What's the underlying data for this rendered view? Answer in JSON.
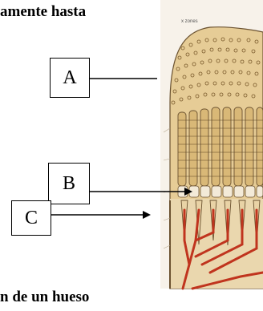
{
  "page": {
    "text_top": "amente hasta",
    "text_bottom": "n de un hueso"
  },
  "figure": {
    "caption_fragment": "x zones"
  },
  "labels": [
    {
      "id": "A",
      "text": "A"
    },
    {
      "id": "B",
      "text": "B"
    },
    {
      "id": "C",
      "text": "C"
    }
  ],
  "colors": {
    "bone_fill": "#e2c890",
    "cartilage_cells": "#8a6a3a",
    "vessel": "#c0341e",
    "outline": "#5a4320"
  }
}
